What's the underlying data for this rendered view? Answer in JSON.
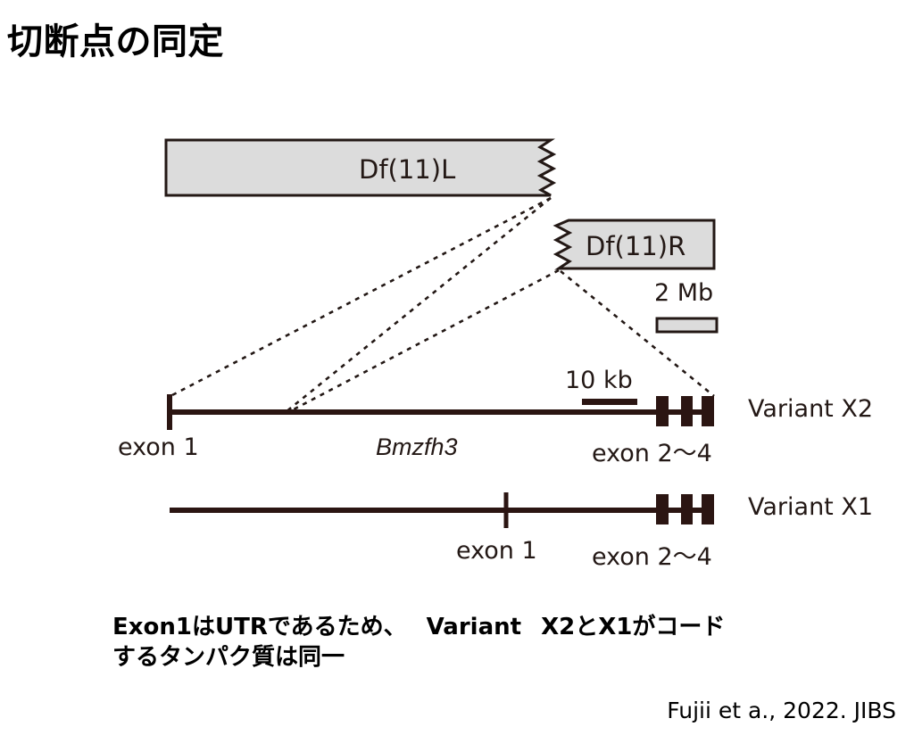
{
  "slide": {
    "title": "切断点の同定",
    "background": "#ffffff",
    "ink_color": "#231815",
    "gene_color": "#2b1512",
    "bar_fill": "#dcdcdc",
    "bar_stroke": "#231815"
  },
  "chromosome_bars": [
    {
      "id": "df11l",
      "label": "Df(11)L",
      "break_side": "right",
      "fill": "#dcdcdc"
    },
    {
      "id": "df11r",
      "label": "Df(11)R",
      "break_side": "left",
      "fill": "#dcdcdc"
    }
  ],
  "scales": [
    {
      "id": "mb-scale",
      "label": "2 Mb",
      "style": "filled-box"
    },
    {
      "id": "kb-scale",
      "label": "10 kb",
      "style": "thick-line"
    }
  ],
  "variants": [
    {
      "id": "x2",
      "name": "Variant X2",
      "exon1_label": "exon 1",
      "gene_label": "Bmzfh3",
      "exon24_label": "exon 2～4",
      "exon1_position": "left-end"
    },
    {
      "id": "x1",
      "name": "Variant X1",
      "exon1_label": "exon 1",
      "exon24_label": "exon 2～4",
      "exon1_position": "middle"
    }
  ],
  "caption": {
    "line1_part1": "Exon1はUTRであるため、",
    "line1_part2": "Variant",
    "line1_part3": "X2とX1がコード",
    "line2": "するタンパク質は同一"
  },
  "credit": {
    "text": "Fujii et a., 2022. JIBS"
  }
}
